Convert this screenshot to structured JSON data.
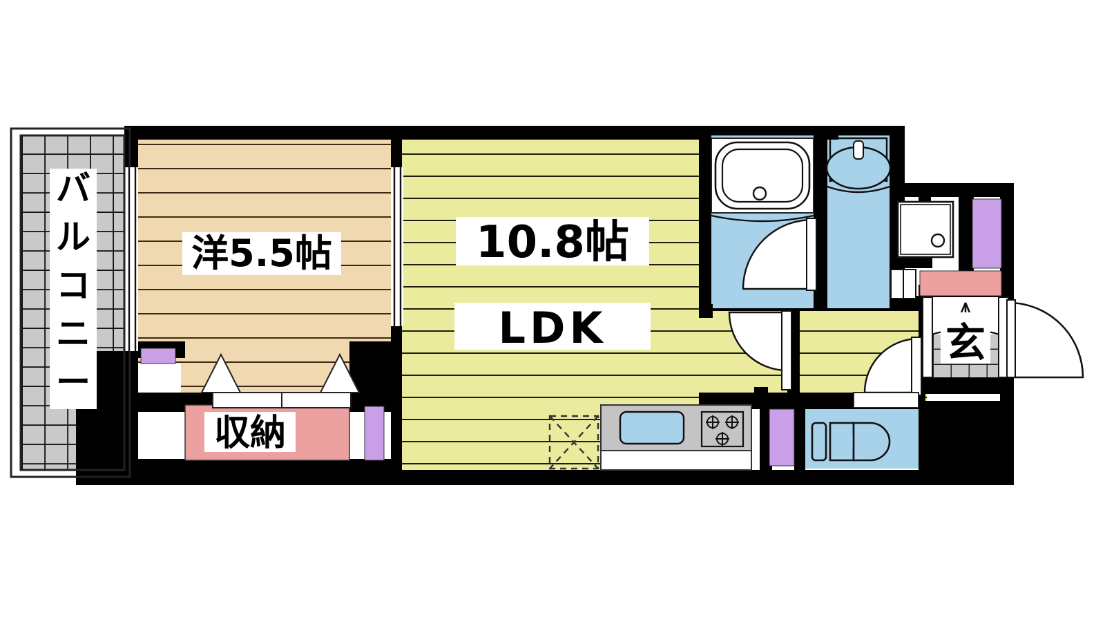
{
  "plan": {
    "title": "Japanese apartment floor plan (1LDK)",
    "rooms": [
      {
        "key": "balcony",
        "label": "バルコニー",
        "label_orientation": "vertical",
        "floor": "tile-grid",
        "color": "#c9c9c9"
      },
      {
        "key": "western_room",
        "label": "洋5.5帖",
        "size_jo": 5.5,
        "floor": "wood-tan",
        "color": "#f0d9b0"
      },
      {
        "key": "ldk",
        "label_size": "10.8帖",
        "label_name": "LDK",
        "size_jo": 10.8,
        "floor": "wood-yellow",
        "color": "#ebeb9e"
      },
      {
        "key": "closet",
        "label": "収納",
        "color": "#eda0a0"
      },
      {
        "key": "entrance",
        "label": "玄",
        "floor": "tile-gray",
        "color": "#c9c9c9"
      },
      {
        "key": "bathroom",
        "label": "",
        "color": "#a8d2ea"
      },
      {
        "key": "washroom",
        "label": "",
        "color": "#a8d2ea"
      },
      {
        "key": "toilet",
        "label": "",
        "color": "#a8d2ea"
      }
    ],
    "fixtures": [
      {
        "name": "bathtub",
        "room": "bathroom"
      },
      {
        "name": "washbasin",
        "room": "washroom"
      },
      {
        "name": "washing-machine-pan",
        "room": "washroom"
      },
      {
        "name": "toilet-bowl",
        "room": "toilet"
      },
      {
        "name": "kitchen-sink",
        "room": "ldk"
      },
      {
        "name": "gas-stove",
        "room": "ldk",
        "burners": 3
      },
      {
        "name": "refrigerator-space",
        "room": "ldk"
      }
    ],
    "colors": {
      "wall": "#000000",
      "wood_tan": "#f0d9b0",
      "wood_tan_line": "#3d2a12",
      "wood_yellow": "#ebeb9e",
      "wood_yellow_line": "#22220c",
      "water_blue": "#a8d2ea",
      "closet_pink": "#eda0a0",
      "cabinet_purple": "#c9a0e8",
      "tile_gray": "#c9c9c9",
      "counter_gray": "#c4c4c4",
      "sink_blue": "#a8d2ea",
      "white": "#ffffff"
    }
  }
}
